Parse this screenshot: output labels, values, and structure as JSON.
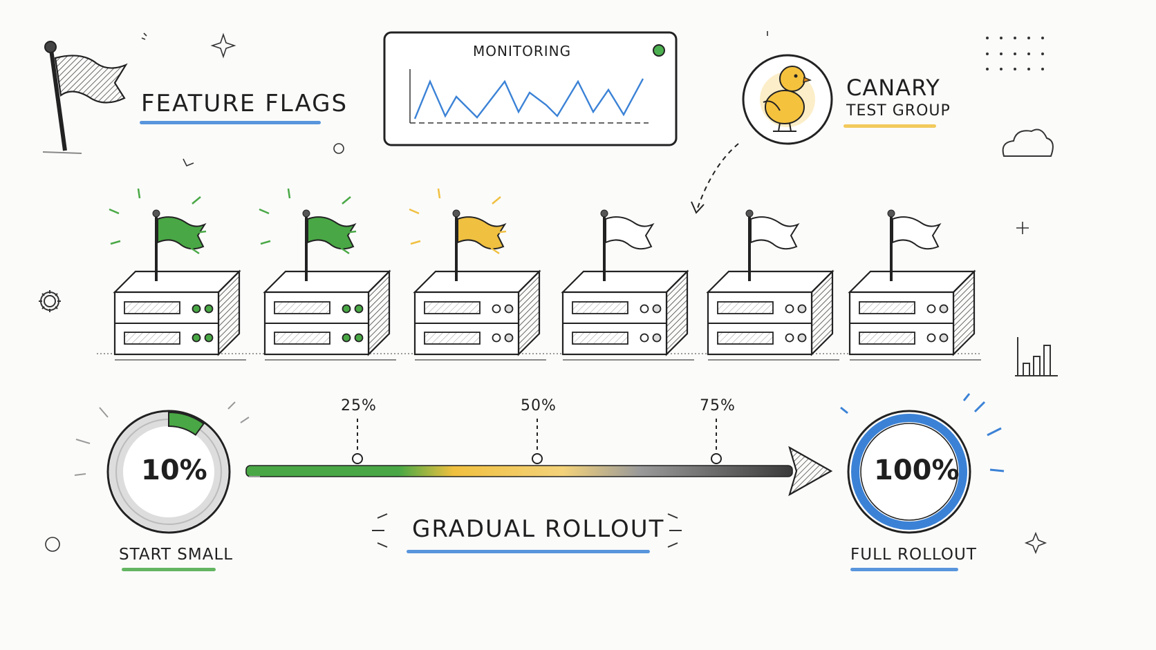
{
  "feature_flags": {
    "title": "FEATURE FLAGS"
  },
  "monitoring": {
    "title": "MONITORING",
    "status_color": "#4caf50"
  },
  "canary": {
    "title": "CANARY",
    "subtitle": "TEST GROUP"
  },
  "servers": [
    {
      "flag_state": "enabled",
      "flag_color": "#49a845"
    },
    {
      "flag_state": "enabled",
      "flag_color": "#49a845"
    },
    {
      "flag_state": "canary",
      "flag_color": "#f0c040"
    },
    {
      "flag_state": "off",
      "flag_color": "#ffffff"
    },
    {
      "flag_state": "off",
      "flag_color": "#ffffff"
    },
    {
      "flag_state": "off",
      "flag_color": "#ffffff"
    }
  ],
  "rollout": {
    "start_percent": "10%",
    "start_label": "START SMALL",
    "start_fraction": 0.1,
    "milestones": [
      "25%",
      "50%",
      "75%"
    ],
    "end_percent": "100%",
    "end_label": "FULL ROLLOUT",
    "title": "GRADUAL ROLLOUT"
  },
  "colors": {
    "green": "#49a845",
    "yellow": "#f0c040",
    "blue": "#3b82d6",
    "ink": "#1e1e1e"
  }
}
